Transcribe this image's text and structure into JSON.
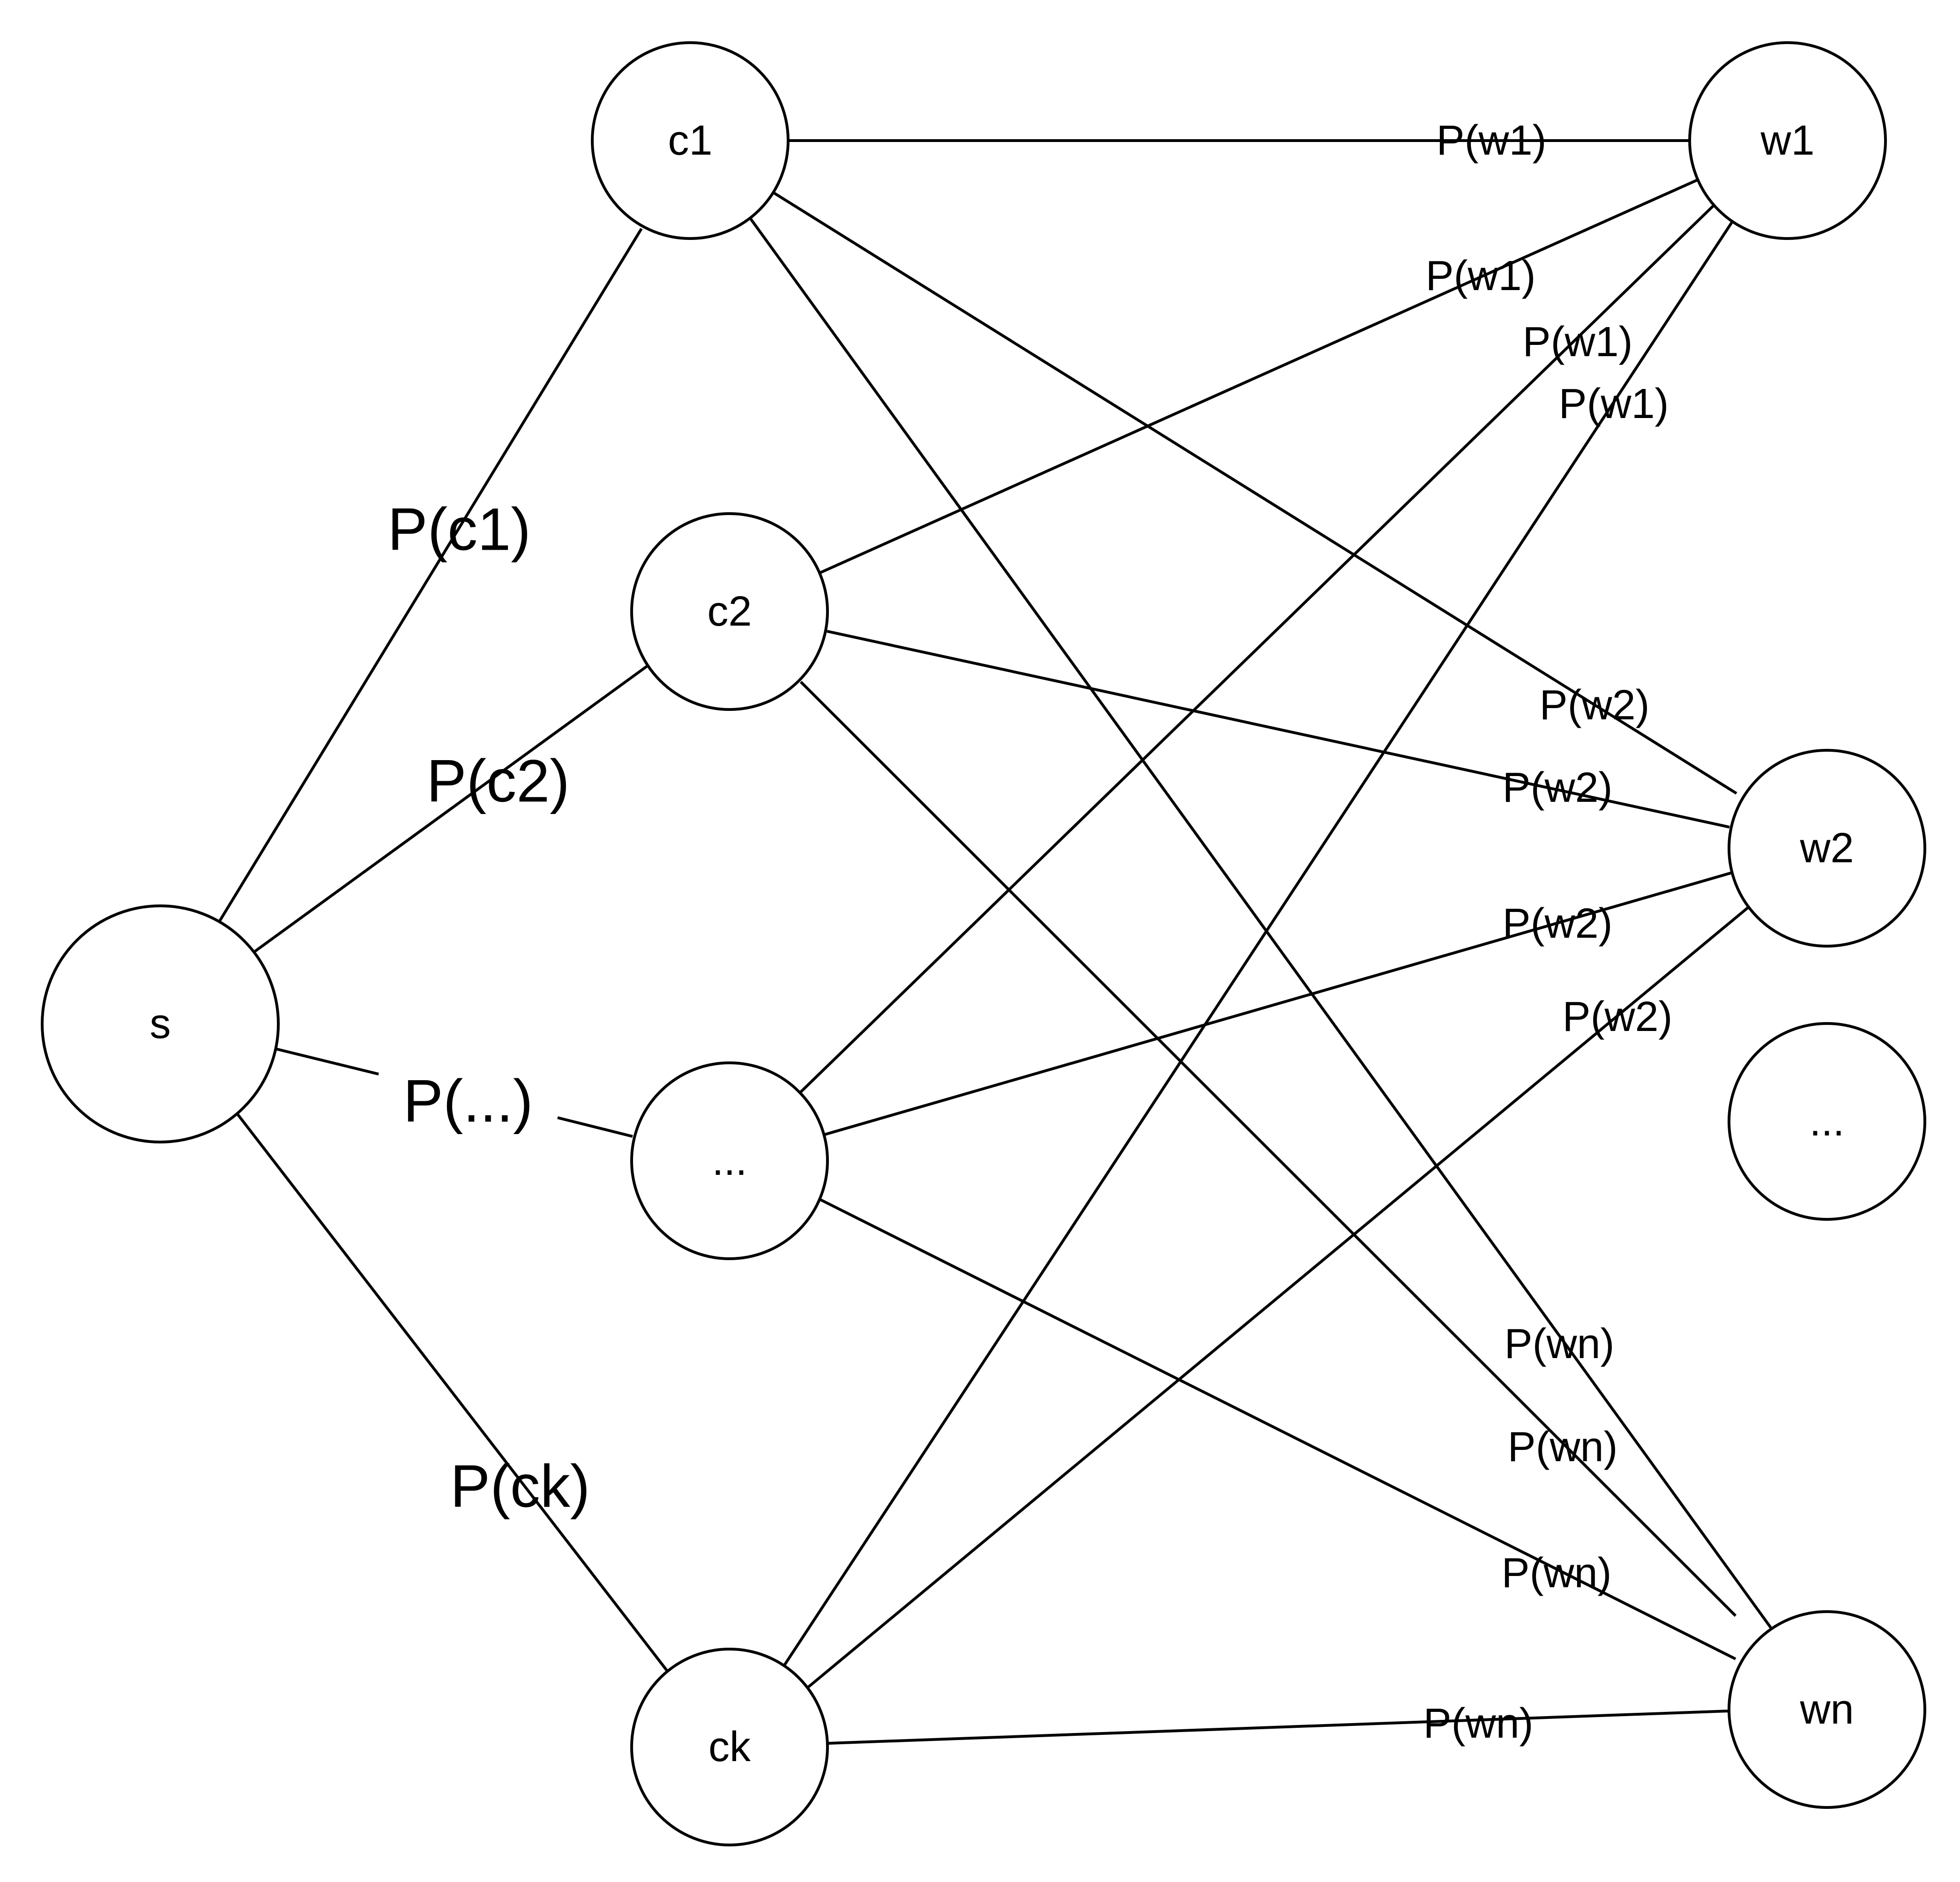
{
  "nodes": {
    "s": "s",
    "c1": "c1",
    "c2": "c2",
    "c_more": "...",
    "ck": "ck",
    "w1": "w1",
    "w2": "w2",
    "w_more": "...",
    "wn": "wn"
  },
  "edge_labels": {
    "s_c1": "P(c1)",
    "s_c2": "P(c2)",
    "s_more": "P(...)",
    "s_ck": "P(ck)",
    "w1_a": "P(w1)",
    "w1_b": "P(w1)",
    "w1_c": "P(w1)",
    "w1_d": "P(w1)",
    "w2_a": "P(w2)",
    "w2_b": "P(w2)",
    "w2_c": "P(w2)",
    "w2_d": "P(w2)",
    "wn_a": "P(wn)",
    "wn_b": "P(wn)",
    "wn_c": "P(wn)",
    "wn_d": "P(wn)"
  }
}
